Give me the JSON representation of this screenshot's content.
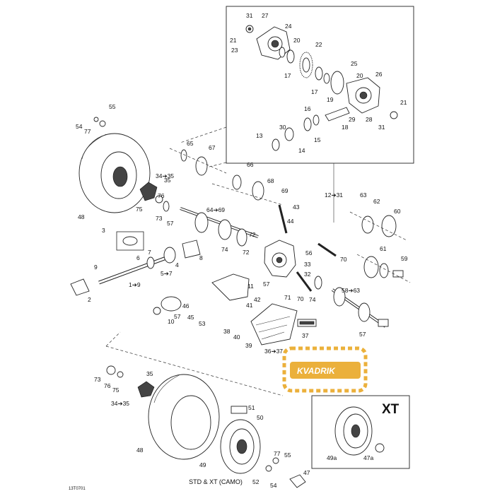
{
  "diagram": {
    "doc_code": "13T0701",
    "caption_main": "STD & XT (CAMO)",
    "caption_inset": "XT",
    "watermark_brand": "KVADRIK",
    "part_labels": [
      {
        "id": "p1",
        "text": "31"
      },
      {
        "id": "p2",
        "text": "27"
      },
      {
        "id": "p3",
        "text": "24"
      },
      {
        "id": "p4",
        "text": "21"
      },
      {
        "id": "p5",
        "text": "23"
      },
      {
        "id": "p6",
        "text": "20"
      },
      {
        "id": "p7",
        "text": "22"
      },
      {
        "id": "p8",
        "text": "17"
      },
      {
        "id": "p9",
        "text": "25"
      },
      {
        "id": "p10",
        "text": "17"
      },
      {
        "id": "p11",
        "text": "20"
      },
      {
        "id": "p12",
        "text": "26"
      },
      {
        "id": "p13",
        "text": "19"
      },
      {
        "id": "p14",
        "text": "21"
      },
      {
        "id": "p15",
        "text": "16"
      },
      {
        "id": "p16",
        "text": "29"
      },
      {
        "id": "p17",
        "text": "28"
      },
      {
        "id": "p18",
        "text": "18"
      },
      {
        "id": "p19",
        "text": "31"
      },
      {
        "id": "p20",
        "text": "30"
      },
      {
        "id": "p21",
        "text": "13"
      },
      {
        "id": "p22",
        "text": "15"
      },
      {
        "id": "p23",
        "text": "14"
      },
      {
        "id": "p24",
        "text": "55"
      },
      {
        "id": "p25",
        "text": "54"
      },
      {
        "id": "p26",
        "text": "77"
      },
      {
        "id": "p27",
        "text": "65"
      },
      {
        "id": "p28",
        "text": "67"
      },
      {
        "id": "p29",
        "text": "66"
      },
      {
        "id": "p30",
        "text": "68"
      },
      {
        "id": "p31",
        "text": "69"
      },
      {
        "id": "p32",
        "text": "34➔35"
      },
      {
        "id": "p33",
        "text": "35"
      },
      {
        "id": "p34",
        "text": "76"
      },
      {
        "id": "p35",
        "text": "75"
      },
      {
        "id": "p36",
        "text": "73"
      },
      {
        "id": "p37",
        "text": "48"
      },
      {
        "id": "p38",
        "text": "64➔69"
      },
      {
        "id": "p39",
        "text": "57"
      },
      {
        "id": "p40",
        "text": "12➔31"
      },
      {
        "id": "p41",
        "text": "43"
      },
      {
        "id": "p42",
        "text": "44"
      },
      {
        "id": "p43",
        "text": "63"
      },
      {
        "id": "p44",
        "text": "62"
      },
      {
        "id": "p45",
        "text": "60"
      },
      {
        "id": "p46",
        "text": "3"
      },
      {
        "id": "p47",
        "text": "8"
      },
      {
        "id": "p48",
        "text": "74"
      },
      {
        "id": "p49",
        "text": "72"
      },
      {
        "id": "p50",
        "text": "72"
      },
      {
        "id": "p51",
        "text": "56"
      },
      {
        "id": "p52",
        "text": "70"
      },
      {
        "id": "p53",
        "text": "61"
      },
      {
        "id": "p54",
        "text": "59"
      },
      {
        "id": "p55",
        "text": "6"
      },
      {
        "id": "p56",
        "text": "7"
      },
      {
        "id": "p57",
        "text": "4"
      },
      {
        "id": "p58",
        "text": "5➔7"
      },
      {
        "id": "p59",
        "text": "9"
      },
      {
        "id": "p60",
        "text": "2"
      },
      {
        "id": "p61",
        "text": "1➔9"
      },
      {
        "id": "p62",
        "text": "11"
      },
      {
        "id": "p63",
        "text": "33"
      },
      {
        "id": "p64",
        "text": "32"
      },
      {
        "id": "p65",
        "text": "57"
      },
      {
        "id": "p66",
        "text": "41"
      },
      {
        "id": "p67",
        "text": "42"
      },
      {
        "id": "p68",
        "text": "71"
      },
      {
        "id": "p69",
        "text": "70"
      },
      {
        "id": "p70",
        "text": "74"
      },
      {
        "id": "p71",
        "text": "58➔63"
      },
      {
        "id": "p72",
        "text": "46"
      },
      {
        "id": "p73",
        "text": "57"
      },
      {
        "id": "p74",
        "text": "10"
      },
      {
        "id": "p75",
        "text": "45"
      },
      {
        "id": "p76",
        "text": "53"
      },
      {
        "id": "p77",
        "text": "38"
      },
      {
        "id": "p78",
        "text": "40"
      },
      {
        "id": "p79",
        "text": "39"
      },
      {
        "id": "p80",
        "text": "37"
      },
      {
        "id": "p81",
        "text": "36➔37"
      },
      {
        "id": "p82",
        "text": "57"
      },
      {
        "id": "p83",
        "text": "73"
      },
      {
        "id": "p84",
        "text": "76"
      },
      {
        "id": "p85",
        "text": "75"
      },
      {
        "id": "p86",
        "text": "35"
      },
      {
        "id": "p87",
        "text": "34➔35"
      },
      {
        "id": "p88",
        "text": "51"
      },
      {
        "id": "p89",
        "text": "50"
      },
      {
        "id": "p90",
        "text": "48"
      },
      {
        "id": "p91",
        "text": "49"
      },
      {
        "id": "p92",
        "text": "77"
      },
      {
        "id": "p93",
        "text": "55"
      },
      {
        "id": "p94",
        "text": "52"
      },
      {
        "id": "p95",
        "text": "54"
      },
      {
        "id": "p96",
        "text": "47"
      },
      {
        "id": "p97",
        "text": "49a"
      },
      {
        "id": "p98",
        "text": "47a"
      }
    ]
  }
}
